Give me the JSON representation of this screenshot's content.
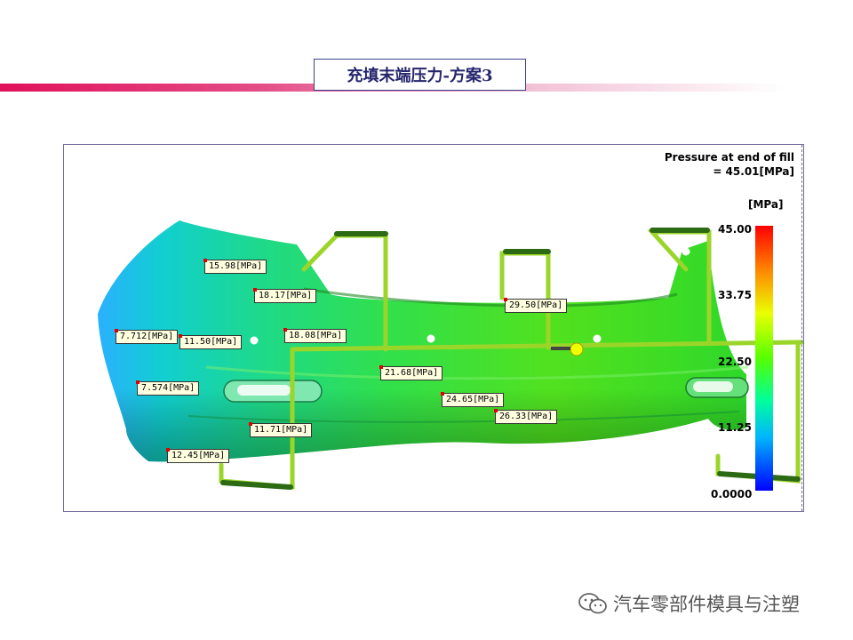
{
  "slide": {
    "title": "充填末端压力-方案3"
  },
  "result": {
    "header_line1": "Pressure at end of fill",
    "header_line2": "= 45.01[MPa]",
    "unit": "[MPa]",
    "scale_ticks": [
      "45.00",
      "33.75",
      "22.50",
      "11.25",
      "0.0000"
    ],
    "colors": {
      "max": "#ff0000",
      "mid": "#55ff00",
      "min": "#0000ff",
      "runner": "#9bd52a"
    }
  },
  "probes": [
    "15.98[MPa]",
    "18.17[MPa]",
    "29.50[MPa]",
    "7.712[MPa]",
    "11.50[MPa]",
    "18.08[MPa]",
    "21.68[MPa]",
    "7.574[MPa]",
    "24.65[MPa]",
    "26.33[MPa]",
    "11.71[MPa]",
    "12.45[MPa]"
  ],
  "watermark": {
    "text": "汽车零部件模具与注塑",
    "icon": "wechat-icon"
  }
}
